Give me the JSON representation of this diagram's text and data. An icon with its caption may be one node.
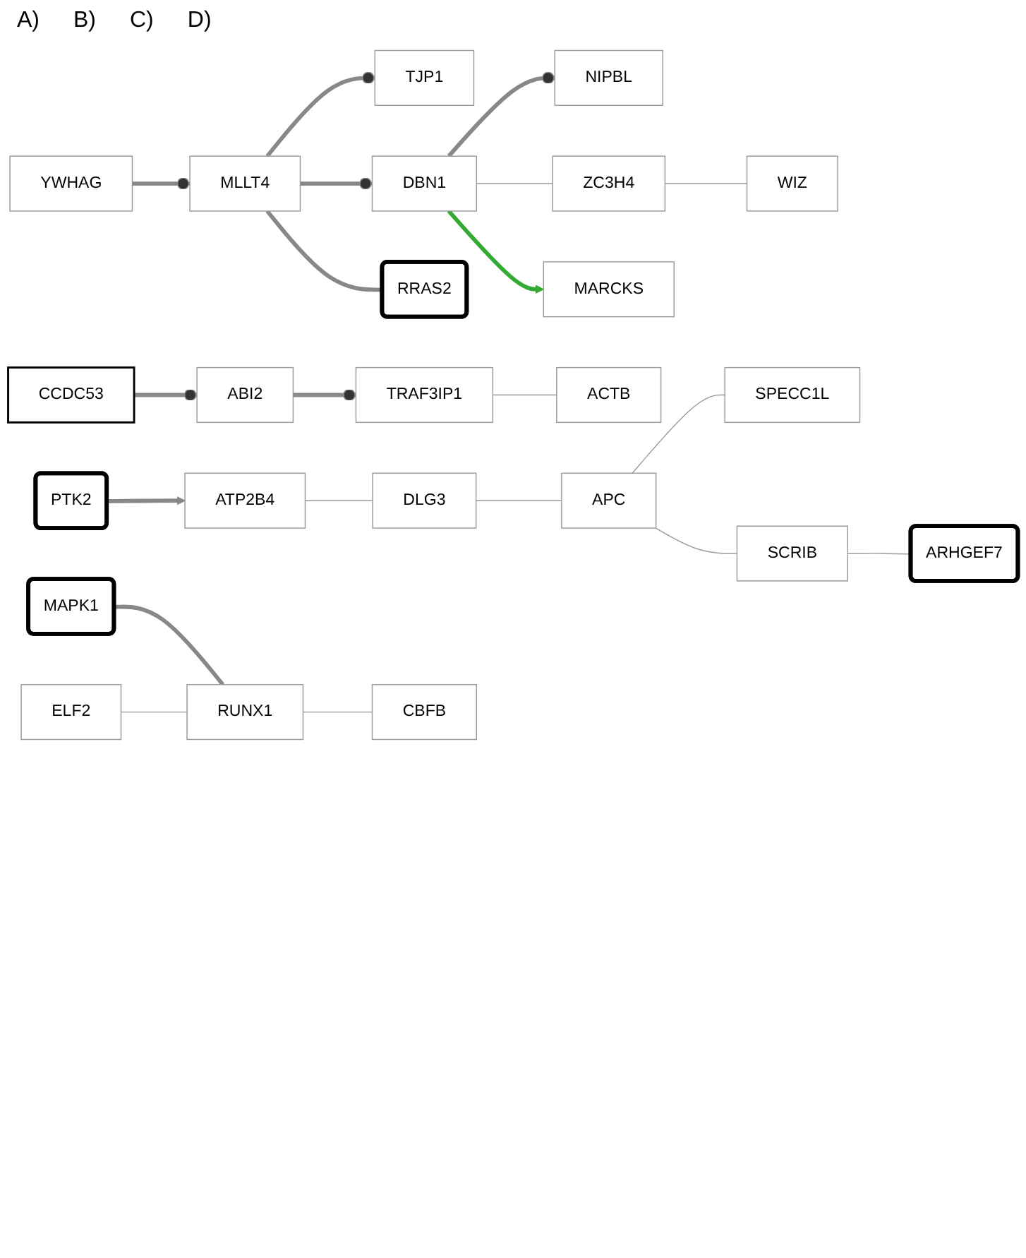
{
  "diagram": {
    "nodes": [
      {
        "text": [
          "TJP1"
        ]
      },
      {
        "text": [
          "NIPBL"
        ]
      },
      {
        "text": [
          "YWHAG"
        ]
      },
      {
        "text": [
          "MLLT4"
        ]
      },
      {
        "text": [
          "DBN1"
        ]
      },
      {
        "text": [
          "ZC3H4"
        ]
      },
      {
        "text": [
          "WIZ"
        ]
      },
      {
        "text": [
          "RRAS2"
        ]
      },
      {
        "text": [
          "MARCKS"
        ]
      },
      {
        "text": [
          "CCDC53"
        ]
      },
      {
        "text": [
          "ABI2"
        ]
      },
      {
        "text": [
          "TRAF3IP1"
        ]
      },
      {
        "text": [
          "ACTB"
        ]
      },
      {
        "text": [
          "PTK2"
        ]
      },
      {
        "text": [
          "ATP2B4"
        ]
      },
      {
        "text": [
          "DLG3"
        ]
      },
      {
        "text": [
          "APC"
        ]
      },
      {
        "text": [
          "SPECC1L"
        ]
      },
      {
        "text": [
          "SCRIB"
        ]
      },
      {
        "text": [
          "ARHGEF7"
        ]
      },
      {
        "text": [
          "MAPK1"
        ]
      },
      {
        "text": [
          "ELF2"
        ]
      },
      {
        "text": [
          "RUNX1"
        ]
      },
      {
        "text": [
          "CBFB"
        ]
      }
    ],
    "edges": [
      {
        "from": 2,
        "to": 3,
        "arrow": "other",
        "style": "thick"
      },
      {
        "from": 3,
        "to": 0,
        "arrow": "other",
        "style": "thick"
      },
      {
        "from": 3,
        "to": 4,
        "arrow": "other",
        "style": "thick"
      },
      {
        "from": 4,
        "to": 1,
        "arrow": "other",
        "style": "thick"
      },
      {
        "from": 3,
        "to": 7,
        "arrow": "none",
        "style": "thick"
      },
      {
        "from": 4,
        "to": 8,
        "arrow": "to",
        "style": "thick",
        "color": "#33aa33"
      },
      {
        "from": 4,
        "to": 5,
        "arrow": "none"
      },
      {
        "from": 5,
        "to": 6,
        "arrow": "none"
      },
      {
        "from": 9,
        "to": 10,
        "arrow": "other",
        "style": "thick"
      },
      {
        "from": 10,
        "to": 11,
        "arrow": "other",
        "style": "thick"
      },
      {
        "from": 11,
        "to": 12,
        "arrow": "none"
      },
      {
        "from": 13,
        "to": 14,
        "arrow": "to",
        "style": "thick"
      },
      {
        "from": 14,
        "to": 15,
        "arrow": "none"
      },
      {
        "from": 15,
        "to": 16,
        "arrow": "none"
      },
      {
        "from": 16,
        "to": 17,
        "arrow": "none"
      },
      {
        "from": 16,
        "to": 18,
        "arrow": "none"
      },
      {
        "from": 18,
        "to": 19,
        "arrow": "none"
      },
      {
        "from": 20,
        "to": 22,
        "arrow": "none",
        "style": "thick"
      },
      {
        "from": 21,
        "to": 22,
        "arrow": "none"
      },
      {
        "from": 22,
        "to": 23,
        "arrow": "none"
      }
    ],
    "labels": [
      "A)",
      "B)",
      "C)",
      "D)"
    ]
  }
}
